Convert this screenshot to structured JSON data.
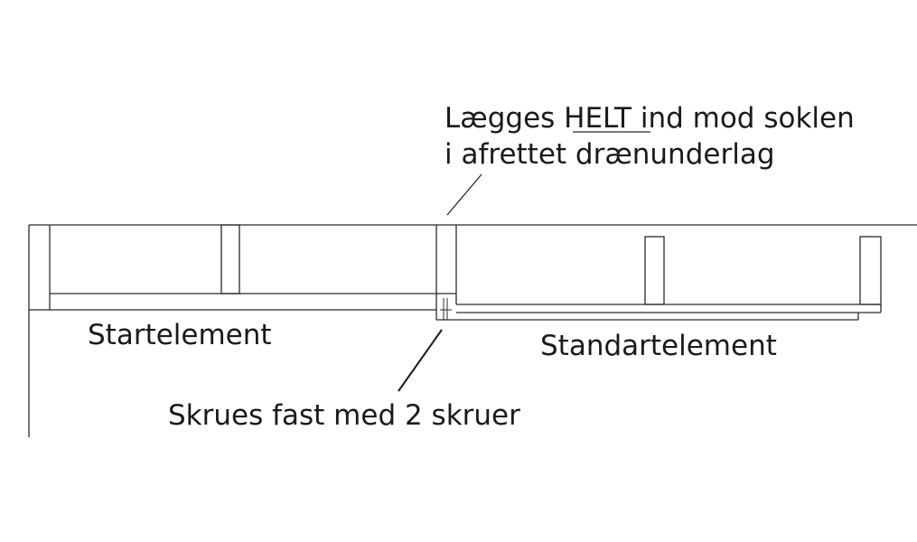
{
  "note_top": {
    "line1_prefix": "Lægges ",
    "line1_emph": "HELT",
    "line1_suffix": " ind mod soklen",
    "line2": "i afrettet drænunderlag"
  },
  "label_start": "Startelement",
  "label_standard": "Standartelement",
  "note_bottom": "Skrues fast med 2 skruer"
}
